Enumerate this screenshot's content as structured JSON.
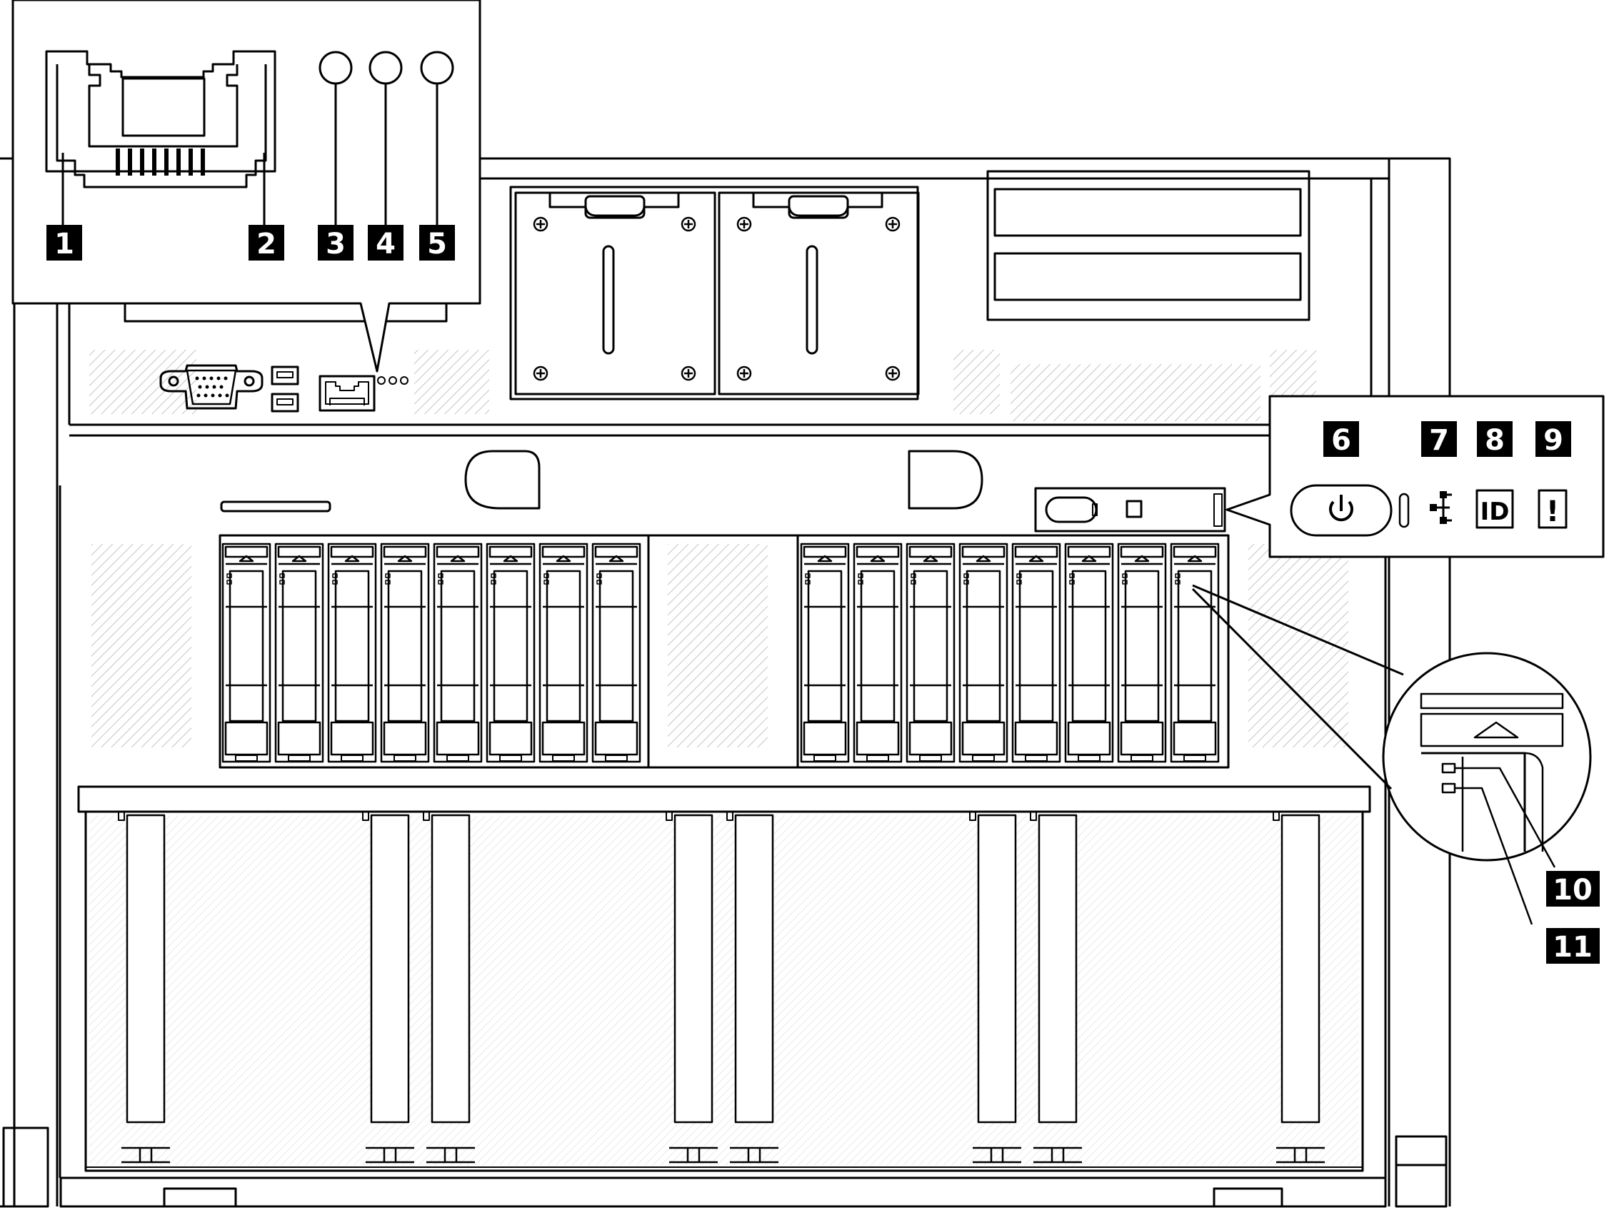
{
  "figure": {
    "callouts": [
      {
        "num": "1"
      },
      {
        "num": "2"
      },
      {
        "num": "3"
      },
      {
        "num": "4"
      },
      {
        "num": "5"
      },
      {
        "num": "6"
      },
      {
        "num": "7"
      },
      {
        "num": "8"
      },
      {
        "num": "9"
      },
      {
        "num": "10"
      },
      {
        "num": "11"
      }
    ],
    "control_panel_symbols": {
      "power": "power-icon",
      "network": "network-activity-icon",
      "id": "ID",
      "error": "!"
    },
    "colors": {
      "line": "#000000",
      "hatch": "#c8c8c8",
      "background": "#ffffff",
      "callout_fill": "#000000",
      "callout_text": "#ffffff"
    }
  }
}
